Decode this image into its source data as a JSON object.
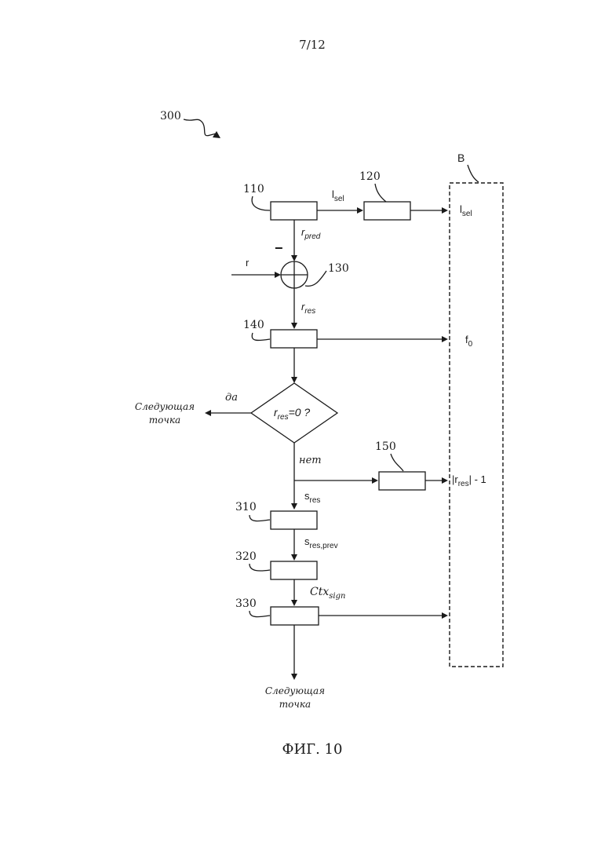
{
  "page_number": "7/12",
  "figure_caption": "ФИГ. 10",
  "ref_300": "300",
  "ref_b": "B",
  "ref_110": "110",
  "ref_120": "120",
  "ref_130": "130",
  "ref_140": "140",
  "ref_150": "150",
  "ref_310": "310",
  "ref_320": "320",
  "ref_330": "330",
  "labels": {
    "l_sel_main": "l",
    "l_sel_sub": "sel",
    "r_pred_main": "r",
    "r_pred_sub": "pred",
    "minus": "−",
    "r_in": "r",
    "r_res_main": "r",
    "r_res_sub": "res",
    "decision_main": "r",
    "decision_sub": "res",
    "decision_rest": "=0 ?",
    "yes": "да",
    "no": "нет",
    "s_res_main": "s",
    "s_res_sub": "res",
    "s_res_prev_main": "s",
    "s_res_prev_sub": "res,prev",
    "ctx_main": "Ctx",
    "ctx_sub": "sign"
  },
  "outputs": {
    "l_sel_main": "l",
    "l_sel_sub": "sel",
    "f0_main": "f",
    "f0_sub": "0",
    "rres_pre": "|r",
    "rres_sub": "res",
    "rres_post": "| - 1"
  },
  "next_point_side_line1": "Следующая",
  "next_point_side_line2": "точка",
  "next_point_bottom_line1": "Следующая",
  "next_point_bottom_line2": "точка"
}
